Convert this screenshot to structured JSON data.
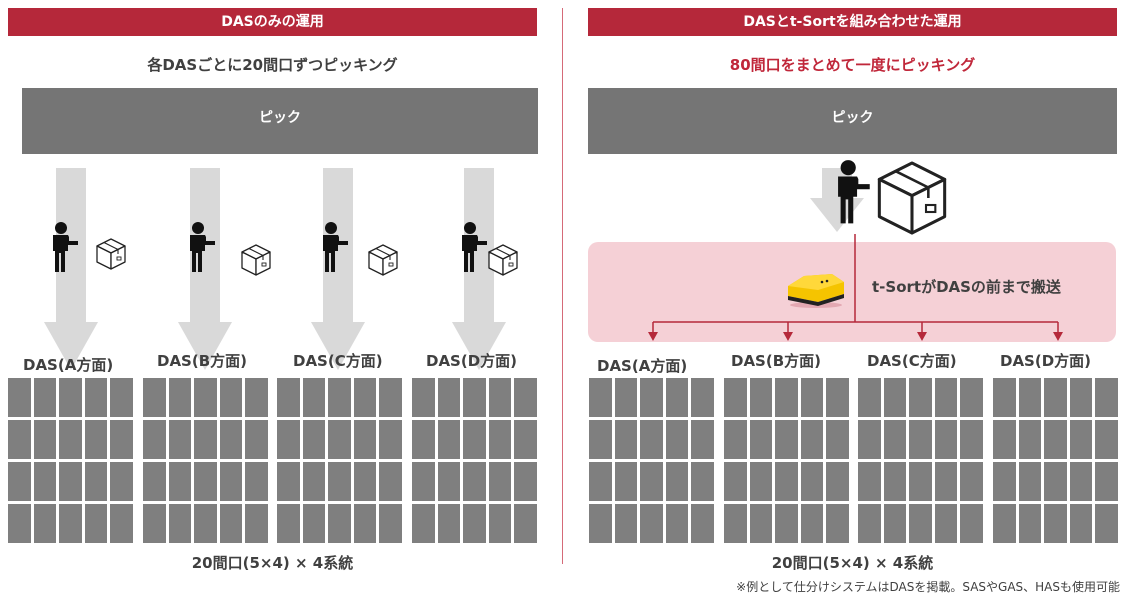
{
  "left": {
    "banner": "DASのみの運用",
    "subtitle": "各DASごとに20間口ずつピッキング",
    "pick_label": "ピック",
    "das_labels": [
      "DAS(A方面)",
      "DAS(B方面)",
      "DAS(C方面)",
      "DAS(D方面)"
    ],
    "capacity": "20間口(5×4) × 4系統"
  },
  "right": {
    "banner": "DASとt-Sortを組み合わせた運用",
    "subtitle": "80間口をまとめて一度にピッキング",
    "pick_label": "ピック",
    "tsort_label": "t-SortがDASの前まで搬送",
    "das_labels": [
      "DAS(A方面)",
      "DAS(B方面)",
      "DAS(C方面)",
      "DAS(D方面)"
    ],
    "capacity": "20間口(5×4) × 4系統",
    "footnote": "※例として仕分けシステムはDASを掲載。SASやGAS、HASも使用可能"
  },
  "colors": {
    "banner": "#b5283a",
    "accent_text": "#c0273a",
    "pick_bar": "#757575",
    "grid_cell": "#7f7f7f",
    "arrow": "#d9d9d9",
    "tsort_zone": "#f5d0d6",
    "robot": "#f5c400"
  },
  "icons": [
    "person-icon",
    "box-icon",
    "t-sort-robot-icon",
    "down-arrow-icon"
  ]
}
